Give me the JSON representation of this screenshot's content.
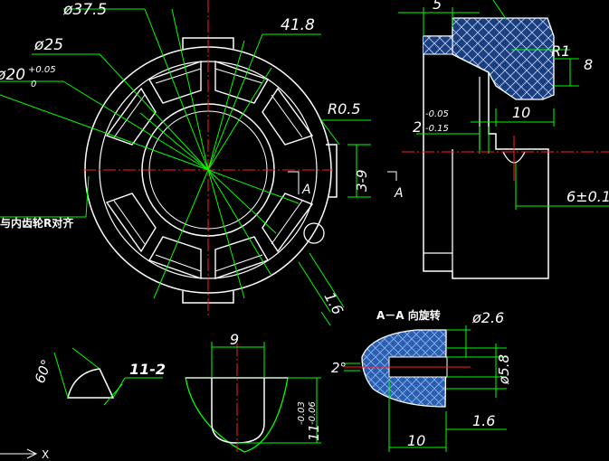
{
  "drawing": {
    "dims": {
      "d37_5": "ø37.5",
      "d25": "ø25",
      "d20": "ø20",
      "d20_tol_up": "+0.05",
      "d20_tol_lo": "0",
      "w41_8": "41.8",
      "r0_5": "R0.5",
      "h3_9": "3-9",
      "sec_a_left": "A",
      "sec_a_right": "A",
      "s1_6_main": "1.6",
      "side_5": "5",
      "side_r1": "R1",
      "side_8": "8",
      "side_10": "10",
      "side_2": "2",
      "side_2_tol_up": "-0.05",
      "side_2_tol_lo": "-0.15",
      "side_6": "6±0.1",
      "aa_title": "A－A 向旋转",
      "aa_d2_6": "ø2.6",
      "aa_d5_8": "ø5.8",
      "aa_2deg": "2°",
      "aa_1_6": "1.6",
      "aa_10": "10",
      "tooth_9": "9",
      "tooth_11": "11",
      "tooth_11_tol_up": "-0.03",
      "tooth_11_tol_lo": "-0.06",
      "wedge_60": "60°",
      "wedge_11_2": "11-2",
      "note_gear": "与内齿轮R对齐",
      "axis_x": "X"
    },
    "colors": {
      "outline": "#ffffff",
      "dimension": "#00ff00",
      "centerline": "#ff0000",
      "hatch": "#2060c0"
    }
  }
}
